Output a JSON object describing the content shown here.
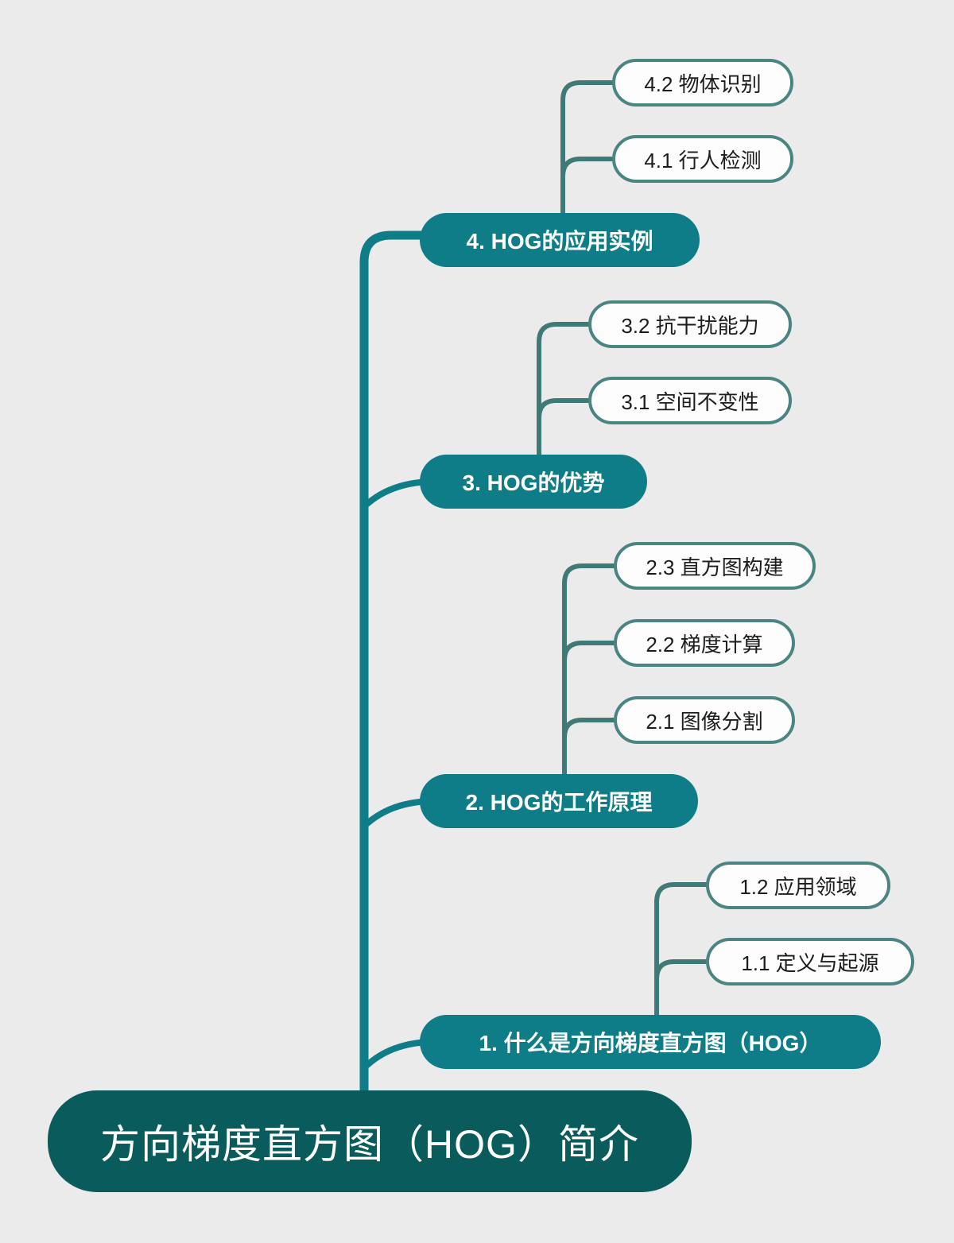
{
  "diagram": {
    "type": "mind-map",
    "orientation": "left-to-right-vertical-trunk",
    "background_color": "#ebebeb",
    "colors": {
      "root_fill": "#0a5b5b",
      "level1_fill": "#0e7d87",
      "level2_fill": "#fdfdfd",
      "level2_border": "#4a8582",
      "trunk_stroke": "#0e7d87",
      "branch_stroke": "#3f7a76",
      "root_text": "#ffffff",
      "level1_text": "#ffffff",
      "level2_text": "#1c1c1c"
    },
    "root": {
      "label": "方向梯度直方图（HOG）简介"
    },
    "branches": [
      {
        "label": "1. 什么是方向梯度直方图（HOG）",
        "children": [
          {
            "label": "1.1 定义与起源"
          },
          {
            "label": "1.2 应用领域"
          }
        ]
      },
      {
        "label": "2. HOG的工作原理",
        "children": [
          {
            "label": "2.1 图像分割"
          },
          {
            "label": "2.2 梯度计算"
          },
          {
            "label": "2.3 直方图构建"
          }
        ]
      },
      {
        "label": "3. HOG的优势",
        "children": [
          {
            "label": "3.1 空间不变性"
          },
          {
            "label": "3.2 抗干扰能力"
          }
        ]
      },
      {
        "label": "4. HOG的应用实例",
        "children": [
          {
            "label": "4.1 行人检测"
          },
          {
            "label": "4.2 物体识别"
          }
        ]
      }
    ]
  }
}
